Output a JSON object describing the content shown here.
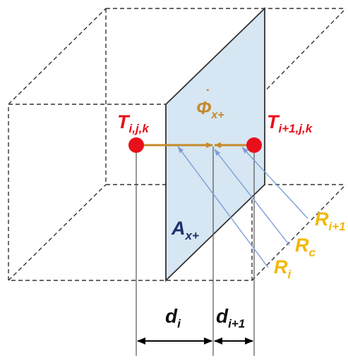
{
  "labels": {
    "t_left": {
      "main": "T",
      "sub": "i,j,k"
    },
    "t_right": {
      "main": "T",
      "sub": "i+1,j,k"
    },
    "phi": {
      "main": "Φ",
      "dot": "˙",
      "sub": "x+"
    },
    "area": {
      "main": "A",
      "sub": "x+"
    },
    "r_i": {
      "main": "R",
      "sub": "i"
    },
    "r_c": {
      "main": "R",
      "sub": "c"
    },
    "r_i1": {
      "main": "R",
      "sub": "i+1"
    },
    "d_i": {
      "main": "d",
      "sub": "i"
    },
    "d_i1": {
      "main": "d",
      "sub": "i+1"
    }
  },
  "colors": {
    "node": "#e8101a",
    "temperature_label": "#e8101a",
    "heat_flow": "#c58a2a",
    "area_fill": "#d6e6f2",
    "area_label": "#1f2f6b",
    "resistance_label": "#f2b705",
    "leader_line": "#7b9fd6",
    "dashed_box": "#333333",
    "dimension_line": "#000000"
  }
}
